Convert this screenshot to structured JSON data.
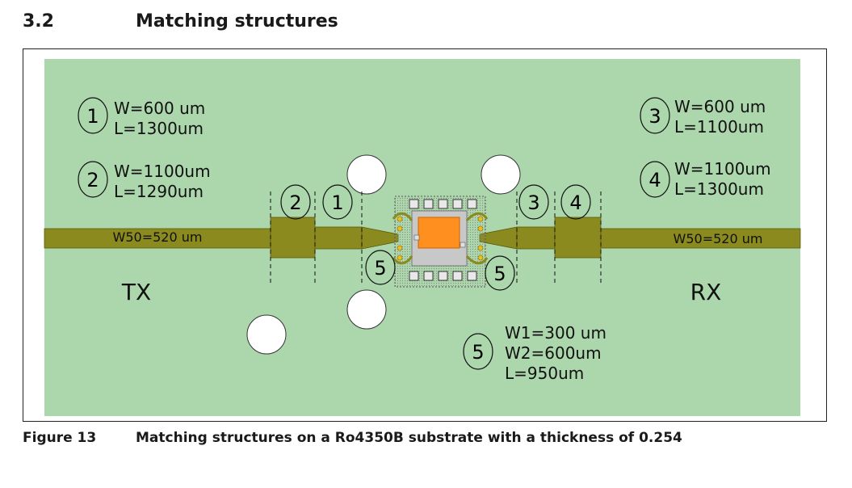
{
  "section": {
    "number": "3.2",
    "title": "Matching structures"
  },
  "caption": {
    "label": "Figure 13",
    "text": "Matching structures on a Ro4350B substrate with a thickness of 0.254"
  },
  "colors": {
    "substrate": "#acd6ab",
    "trace": "#8a8a1e",
    "chip": "#ff8f1f",
    "package": "#c8c8c8"
  },
  "diagram": {
    "legend_left": [
      {
        "num": "1",
        "line1": "W=600 um",
        "line2": "L=1300um"
      },
      {
        "num": "2",
        "line1": "W=1100um",
        "line2": "L=1290um"
      }
    ],
    "legend_right": [
      {
        "num": "3",
        "line1": "W=600 um",
        "line2": "L=1100um"
      },
      {
        "num": "4",
        "line1": "W=1100um",
        "line2": "L=1300um"
      }
    ],
    "legend_bottom": {
      "num": "5",
      "line1": "W1=300 um",
      "line2": "W2=600um",
      "line3": "L=950um"
    },
    "line_label_left": "W50=520 um",
    "line_label_right": "W50=520 um",
    "section_markers": [
      "2",
      "1",
      "3",
      "4",
      "5",
      "5"
    ],
    "port_left": "TX",
    "port_right": "RX"
  }
}
